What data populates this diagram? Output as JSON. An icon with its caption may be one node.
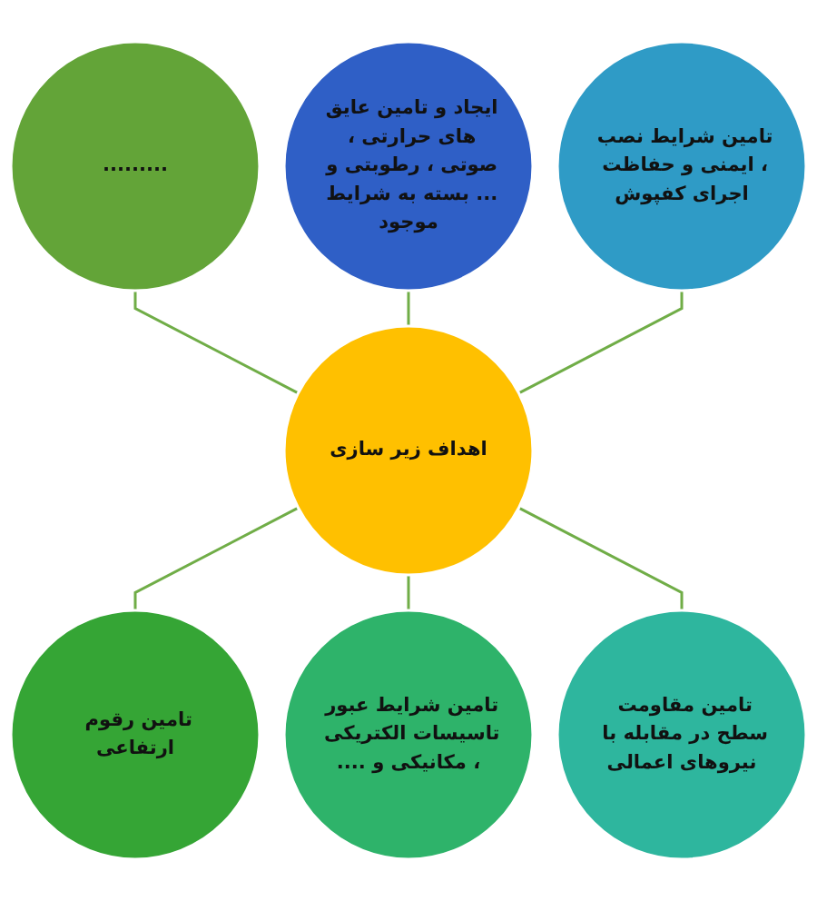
{
  "diagram": {
    "nodes": [
      {
        "text": [
          "اهداف زیر سازی"
        ]
      },
      {
        "text": [
          "ایجاد و تامین عایق های حرارتی ، صوتی ، رطوبتی و ... بسته به شرایط موجود"
        ]
      },
      {
        "text": [
          "تامین شرایط نصب ، ایمنی و حفاظت اجرای کفپوش"
        ]
      },
      {
        "text": [
          "تامین مقاومت سطح در مقابله با نیروهای اعمالی"
        ]
      },
      {
        "text": [
          "تامین شرایط عبور تاسیسات الکتریکی ، مکانیکی و ...."
        ]
      },
      {
        "text": [
          "تامین رقوم ارتفاعی"
        ]
      },
      {
        "text": [
          "........."
        ]
      }
    ],
    "edges": [
      {
        "from": 6,
        "to": 0,
        "arrow": "none"
      },
      {
        "from": 1,
        "to": 0,
        "arrow": "none"
      },
      {
        "from": 2,
        "to": 0,
        "arrow": "none"
      },
      {
        "from": 0,
        "to": 5,
        "arrow": "none"
      },
      {
        "from": 0,
        "to": 4,
        "arrow": "none"
      },
      {
        "from": 0,
        "to": 3,
        "arrow": "none"
      }
    ]
  }
}
